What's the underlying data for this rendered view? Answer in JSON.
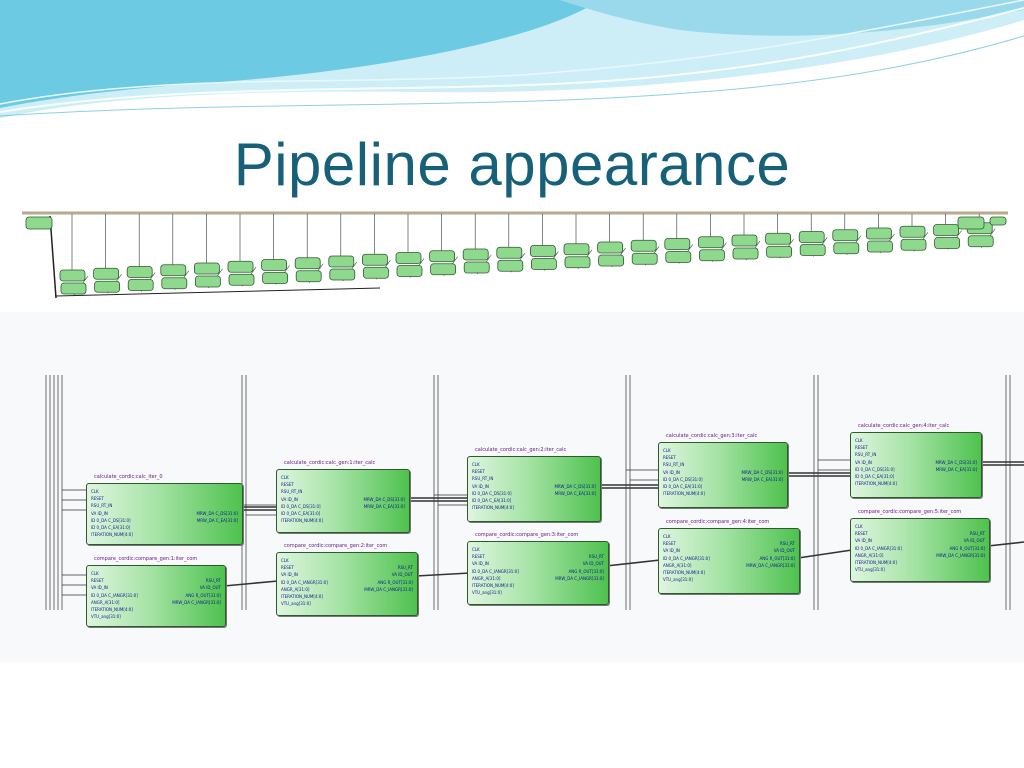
{
  "slide": {
    "title": "Pipeline appearance"
  },
  "colors": {
    "title": "#17607a",
    "wave_dark": "#5cc8e0",
    "wave_light": "#b8e6f2",
    "block_fill_light": "#dff5df",
    "block_fill_dark": "#4ec24e",
    "block_border": "#2e5a2e",
    "block_title": "#6a1a8a",
    "port_text": "#0a1a8a"
  },
  "schematic": {
    "blocks": [
      {
        "title": "calculate_cordic:calc_iter_0",
        "inputs": [
          "CLK",
          "RESET",
          "RSU_RT_IN",
          "VA ID_IN",
          "ID 0_DA C_DS[31:0]",
          "ID 0_DA C_EA[31:0]",
          "ITERATION_NUM[4:0]"
        ],
        "outputs": [
          "MRW_DA C_DS[31:0]",
          "MRW_DA C_EA[31:0]"
        ]
      },
      {
        "title": "compare_cordic:compare_gen:1:iter_com",
        "inputs": [
          "CLK",
          "RESET",
          "VA ID_IN",
          "ID 0_DA C_IANGR[31:0]",
          "ANGR_A[31:0]",
          "ITERATION_NUM[4:0]",
          "VTU_ang[31:0]"
        ],
        "outputs": [
          "RSU_RT",
          "VA ID_OUT",
          "ANG R_OUT[31:0]",
          "MRW_DA C_IANGR[31:0]"
        ]
      },
      {
        "title": "calculate_cordic:calc_gen:1:iter_calc",
        "inputs": [
          "CLK",
          "RESET",
          "RSU_RT_IN",
          "VA ID_IN",
          "ID 0_DA C_DS[31:0]",
          "ID 0_DA C_EA[31:0]",
          "ITERATION_NUM[4:0]"
        ],
        "outputs": [
          "MRW_DA C_DS[31:0]",
          "MRW_DA C_EA[31:0]"
        ]
      },
      {
        "title": "compare_cordic:compare_gen:2:iter_com",
        "inputs": [
          "CLK",
          "RESET",
          "VA ID_IN",
          "ID 0_DA C_IANGR[31:0]",
          "ANGR_A[31:0]",
          "ITERATION_NUM[4:0]",
          "VTU_ang[31:0]"
        ],
        "outputs": [
          "RSU_RT",
          "VA ID_OUT",
          "ANG R_OUT[31:0]",
          "MRW_DA C_IANGR[31:0]"
        ]
      },
      {
        "title": "calculate_cordic:calc_gen:2:iter_calc",
        "inputs": [
          "CLK",
          "RESET",
          "RSU_RT_IN",
          "VA ID_IN",
          "ID 0_DA C_DS[31:0]",
          "ID 0_DA C_EA[31:0]",
          "ITERATION_NUM[4:0]"
        ],
        "outputs": [
          "MRW_DA C_DS[31:0]",
          "MRW_DA C_EA[31:0]"
        ]
      },
      {
        "title": "compare_cordic:compare_gen:3:iter_com",
        "inputs": [
          "CLK",
          "RESET",
          "VA ID_IN",
          "ID 0_DA C_IANGR[31:0]",
          "ANGR_A[31:0]",
          "ITERATION_NUM[4:0]",
          "VTU_ang[31:0]"
        ],
        "outputs": [
          "RSU_RT",
          "VA ID_OUT",
          "ANG R_OUT[31:0]",
          "MRW_DA C_IANGR[31:0]"
        ]
      },
      {
        "title": "calculate_cordic:calc_gen:3:iter_calc",
        "inputs": [
          "CLK",
          "RESET",
          "RSU_RT_IN",
          "VA ID_IN",
          "ID 0_DA C_DS[31:0]",
          "ID 0_DA C_EA[31:0]",
          "ITERATION_NUM[4:0]"
        ],
        "outputs": [
          "MRW_DA C_DS[31:0]",
          "MRW_DA C_EA[31:0]"
        ]
      },
      {
        "title": "compare_cordic:compare_gen:4:iter_com",
        "inputs": [
          "CLK",
          "RESET",
          "VA ID_IN",
          "ID 0_DA C_IANGR[31:0]",
          "ANGR_A[31:0]",
          "ITERATION_NUM[4:0]",
          "VTU_ang[31:0]"
        ],
        "outputs": [
          "RSU_RT",
          "VA ID_OUT",
          "ANG R_OUT[31:0]",
          "MRW_DA C_IANGR[31:0]"
        ]
      },
      {
        "title": "calculate_cordic:calc_gen:4:iter_calc",
        "inputs": [
          "CLK",
          "RESET",
          "RSU_RT_IN",
          "VA ID_IN",
          "ID 0_DA C_DS[31:0]",
          "ID 0_DA C_EA[31:0]",
          "ITERATION_NUM[4:0]"
        ],
        "outputs": [
          "MRW_DA C_DS[31:0]",
          "MRW_DA C_EA[31:0]"
        ]
      },
      {
        "title": "compare_cordic:compare_gen:5:iter_com",
        "inputs": [
          "CLK",
          "RESET",
          "VA ID_IN",
          "ID 0_DA C_IANGR[31:0]",
          "ANGR_A[31:0]",
          "ITERATION_NUM[4:0]",
          "VTU_ang[31:0]"
        ],
        "outputs": [
          "RSU_RT",
          "VA ID_OUT",
          "ANG R_OUT[31:0]",
          "MRW_DA C_IANGR[31:0]"
        ]
      }
    ]
  }
}
